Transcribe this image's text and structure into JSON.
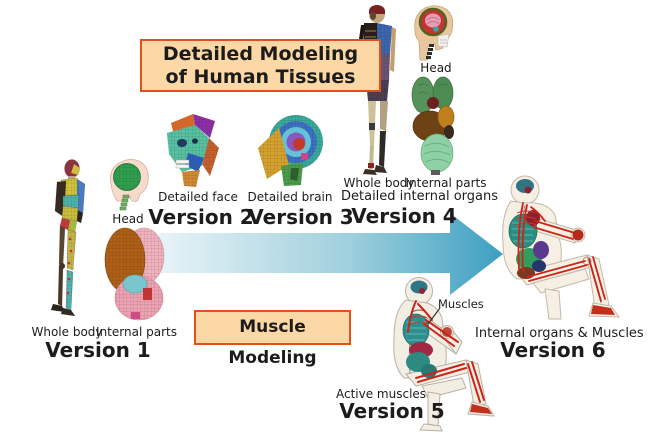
{
  "colors": {
    "background": "#ffffff",
    "box_fill": "#fbd8a5",
    "box_border": "#e2501e",
    "arrow_start": "#e8f3f7",
    "arrow_mid": "#9fd0dd",
    "arrow_end": "#3d9fc2",
    "text": "#1c1c1c"
  },
  "banners": {
    "tissues_line1": "Detailed Modeling",
    "tissues_line2": "of Human Tissues",
    "muscle": "Muscle Modeling"
  },
  "versions": [
    {
      "title": "Version 1",
      "whole_body": "Whole body",
      "internal_parts": "Internal parts",
      "head": "Head"
    },
    {
      "title": "Version 2",
      "caption": "Detailed face"
    },
    {
      "title": "Version 3",
      "caption": "Detailed brain"
    },
    {
      "title": "Version 4",
      "whole_body": "Whole body",
      "internal_parts": "Internal parts",
      "head": "Head",
      "caption": "Detailed internal organs"
    },
    {
      "title": "Version 5",
      "caption": "Active muscles",
      "callout": "Muscles"
    },
    {
      "title": "Version 6",
      "caption": "Internal organs & Muscles"
    }
  ]
}
